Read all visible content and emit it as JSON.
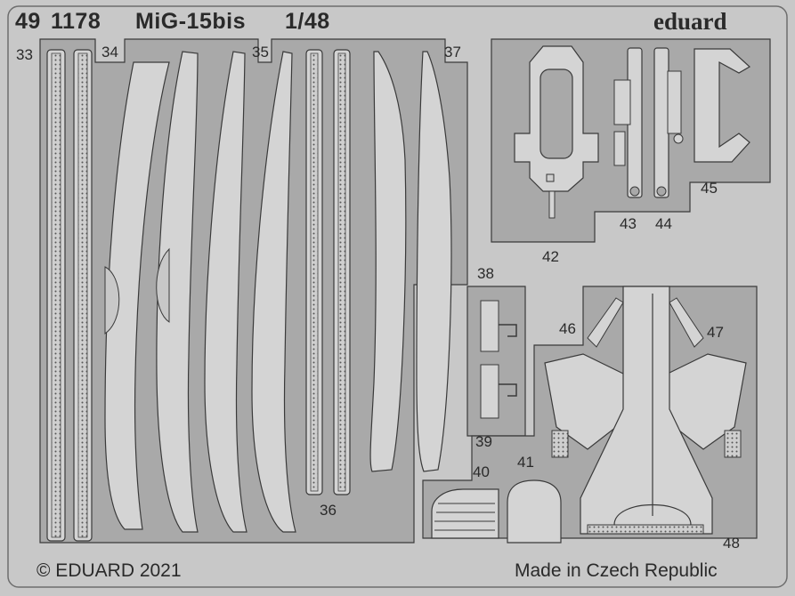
{
  "header": {
    "code_prefix": "49",
    "code_number": "1178",
    "model": "MiG-15bis",
    "scale": "1/48",
    "brand": "eduard"
  },
  "parts": [
    "33",
    "34",
    "35",
    "36",
    "37",
    "38",
    "39",
    "40",
    "41",
    "42",
    "43",
    "44",
    "45",
    "46",
    "47",
    "48"
  ],
  "footer": {
    "copyright": "© EDUARD 2021",
    "origin": "Made in Czech Republic"
  },
  "colors": {
    "background": "#c8c8c8",
    "fret": "#a9a9a9",
    "part": "#d4d4d4",
    "outline": "#3a3a3a",
    "text": "#2a2a2a"
  }
}
